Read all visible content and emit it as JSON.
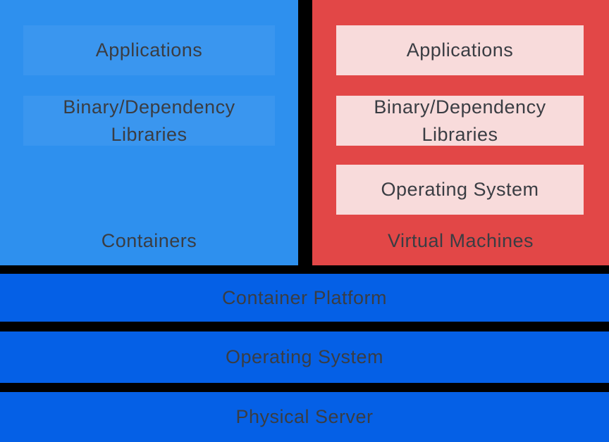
{
  "colors": {
    "background": "#000000",
    "containers_panel": "#2E90EE",
    "containers_box": "rgba(255,255,255,0.06)",
    "vm_panel": "#E24747",
    "vm_box": "#F8DBDB",
    "platform_bar": "#0560E6",
    "text": "#3A3D43"
  },
  "containers": {
    "label": "Containers",
    "boxes": [
      {
        "label": "Applications"
      },
      {
        "label": "Binary/Dependency Libraries"
      }
    ]
  },
  "virtual_machines": {
    "label": "Virtual Machines",
    "boxes": [
      {
        "label": "Applications"
      },
      {
        "label": "Binary/Dependency Libraries"
      },
      {
        "label": "Operating System"
      }
    ]
  },
  "stack_bars": [
    {
      "label": "Container Platform"
    },
    {
      "label": "Operating System"
    },
    {
      "label": "Physical Server"
    }
  ]
}
